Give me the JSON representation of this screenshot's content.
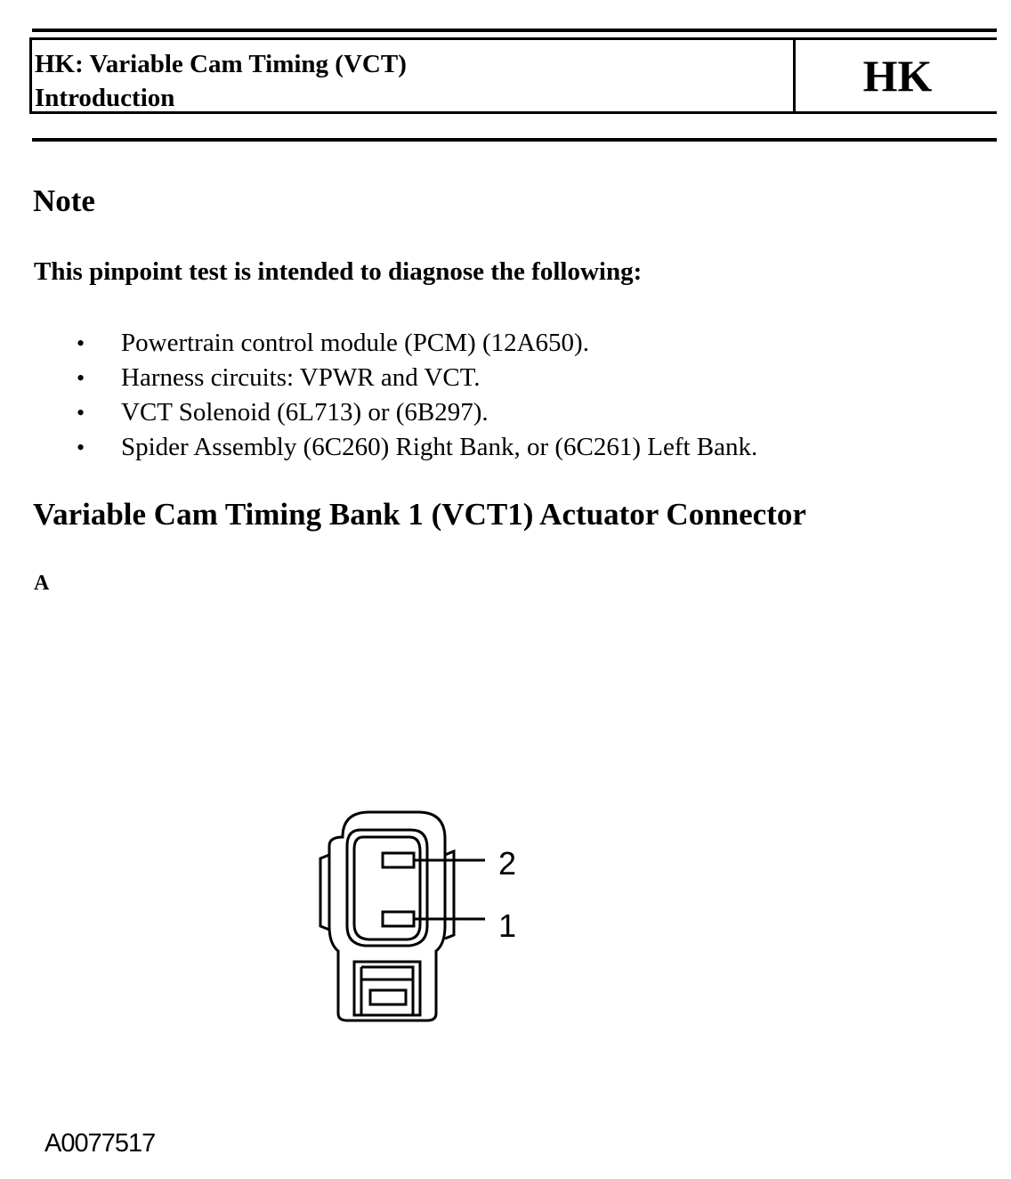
{
  "header": {
    "title_line1": "HK: Variable Cam Timing (VCT)",
    "title_line2": "Introduction",
    "code": "HK"
  },
  "note": {
    "heading": "Note",
    "intro": "This pinpoint test is intended to diagnose the following:",
    "items": [
      "Powertrain control module (PCM) (12A650).",
      "Harness circuits: VPWR and VCT.",
      "VCT Solenoid (6L713) or (6B297).",
      "Spider Assembly (6C260) Right Bank, or (6C261) Left Bank."
    ],
    "bullet": "•"
  },
  "section": {
    "heading": "Variable Cam Timing Bank 1 (VCT1) Actuator Connector",
    "view_label": "A"
  },
  "figure": {
    "pin_top": "2",
    "pin_bottom": "1",
    "figure_id": "A0077517"
  }
}
